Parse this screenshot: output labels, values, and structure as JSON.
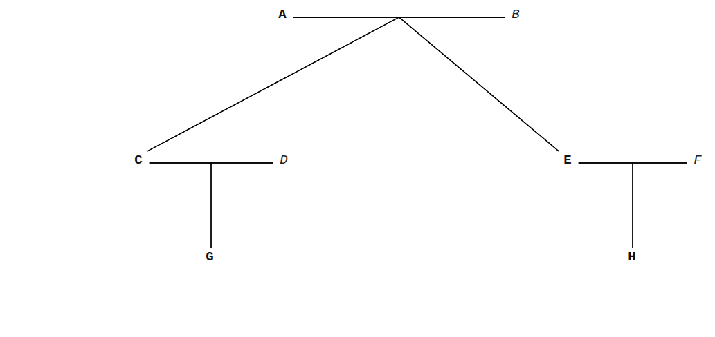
{
  "diagram": {
    "nodes": [
      {
        "text": [
          "A"
        ]
      },
      {
        "text": [
          "B"
        ]
      },
      {
        "text": [
          "C"
        ]
      },
      {
        "text": [
          "D"
        ]
      },
      {
        "text": [
          "E"
        ]
      },
      {
        "text": [
          "F"
        ]
      },
      {
        "text": [
          "G"
        ]
      },
      {
        "text": [
          "H"
        ]
      }
    ],
    "edges": [
      {
        "from": 0,
        "to": 1,
        "arrow": "none"
      },
      {
        "from": 0,
        "to": 2,
        "arrow": "none"
      },
      {
        "from": 1,
        "to": 2,
        "arrow": "none"
      },
      {
        "from": 0,
        "to": 4,
        "arrow": "none"
      },
      {
        "from": 1,
        "to": 4,
        "arrow": "none"
      },
      {
        "from": 2,
        "to": 3,
        "arrow": "none"
      },
      {
        "from": 2,
        "to": 6,
        "arrow": "none"
      },
      {
        "from": 3,
        "to": 6,
        "arrow": "none"
      },
      {
        "from": 4,
        "to": 5,
        "arrow": "none"
      },
      {
        "from": 4,
        "to": 7,
        "arrow": "none"
      },
      {
        "from": 5,
        "to": 7,
        "arrow": "none"
      }
    ]
  }
}
